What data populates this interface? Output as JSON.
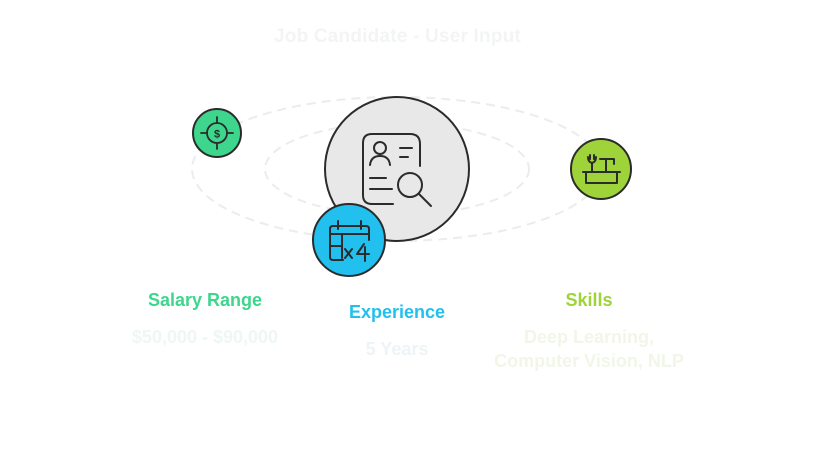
{
  "title": "Job Candidate - User Input",
  "colors": {
    "salary": "#3dd68c",
    "experience": "#22c0ee",
    "skills": "#9ed33a",
    "center_fill": "#e8e8e8",
    "outline": "#2b2b2b",
    "orbit": "#ececec",
    "faint_text": "#eef4f0"
  },
  "center": {
    "icon": "candidate-profile-search-icon"
  },
  "items": [
    {
      "id": "salary",
      "label": "Salary Range",
      "value": "$50,000 - $90,000",
      "icon": "target-dollar-icon"
    },
    {
      "id": "experience",
      "label": "Experience",
      "value": "5 Years",
      "icon": "calendar-times-four-icon"
    },
    {
      "id": "skills",
      "label": "Skills",
      "value": "Deep Learning, Computer Vision, NLP",
      "icon": "toolbox-icon"
    }
  ]
}
